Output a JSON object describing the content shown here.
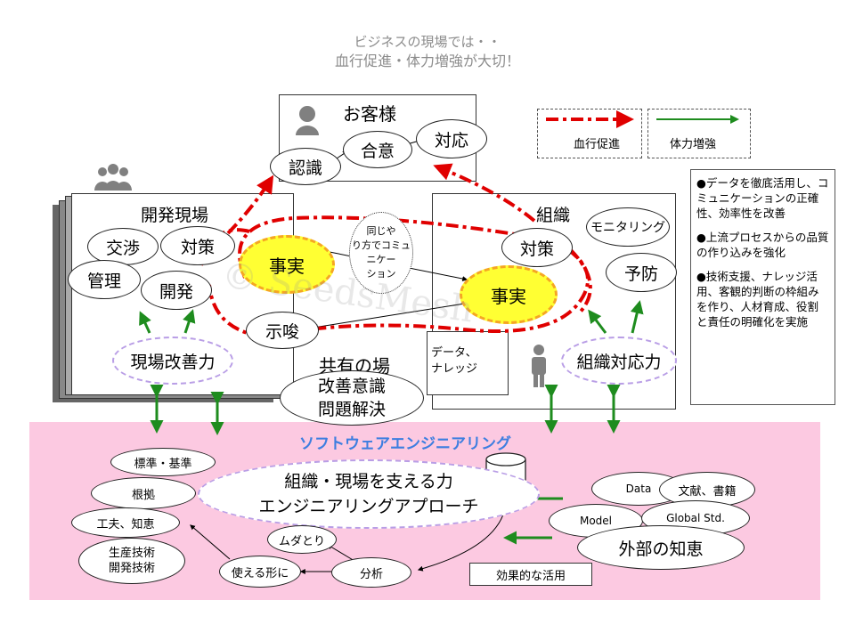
{
  "title": {
    "line1": "ビジネスの現場では・・",
    "line2": "血行促進・体力増強が大切！"
  },
  "legend": {
    "blood": "血行促進",
    "strength": "体力増強"
  },
  "customer": {
    "title": "お客様",
    "recognition": "認識",
    "agreement": "合意",
    "response": "対応"
  },
  "dev_site": {
    "title": "開発現場",
    "negotiation": "交渉",
    "countermeasure": "対策",
    "management": "管理",
    "development": "開発",
    "improvement": "現場改善力"
  },
  "org": {
    "title": "組織",
    "countermeasure": "対策",
    "monitoring": "モニタリング",
    "prevention": "予防",
    "capability": "組織対応力"
  },
  "center": {
    "fact_left": "事実",
    "fact_right": "事実",
    "same_way": "同じや\nり方でコミュ\nニケー\nション",
    "suggestion": "示唆",
    "data_knowledge": "データ、\nナレッジ",
    "shared_place": "共有の場",
    "awareness": "改善意識",
    "problem_solving": "問題解決"
  },
  "notes": [
    "●データを徹底活用し、コミュニケーションの正確性、効率性を改善",
    "●上流プロセスからの品質の作り込みを強化",
    "●技術支援、ナレッジ活用、客観的判断の枠組みを作り、人材育成、役割と責任の明確化を実施"
  ],
  "se": {
    "title": "ソフトウェアエンジニアリング",
    "standards": "標準・基準",
    "basis": "根拠",
    "ingenuity": "工夫、知恵",
    "prod_tech": "生産技術\n開発技術",
    "approach_line1": "組織・現場を支える力",
    "approach_line2": "エンジニアリングアプローチ",
    "muda": "ムダとり",
    "usable": "使える形に",
    "analysis": "分析",
    "effective_use": "効果的な活用",
    "data": "Data",
    "literature": "文献、書籍",
    "model": "Model",
    "global_std": "Global Std.",
    "external": "外部の知恵"
  },
  "watermark": "© SeedsMesh",
  "colors": {
    "red": "#e00000",
    "green": "#1e8c1e",
    "pink": "#fcc9e1",
    "yellow": "#ffff33",
    "purple": "#b99ee6",
    "blue_title": "#3d7ee0"
  }
}
